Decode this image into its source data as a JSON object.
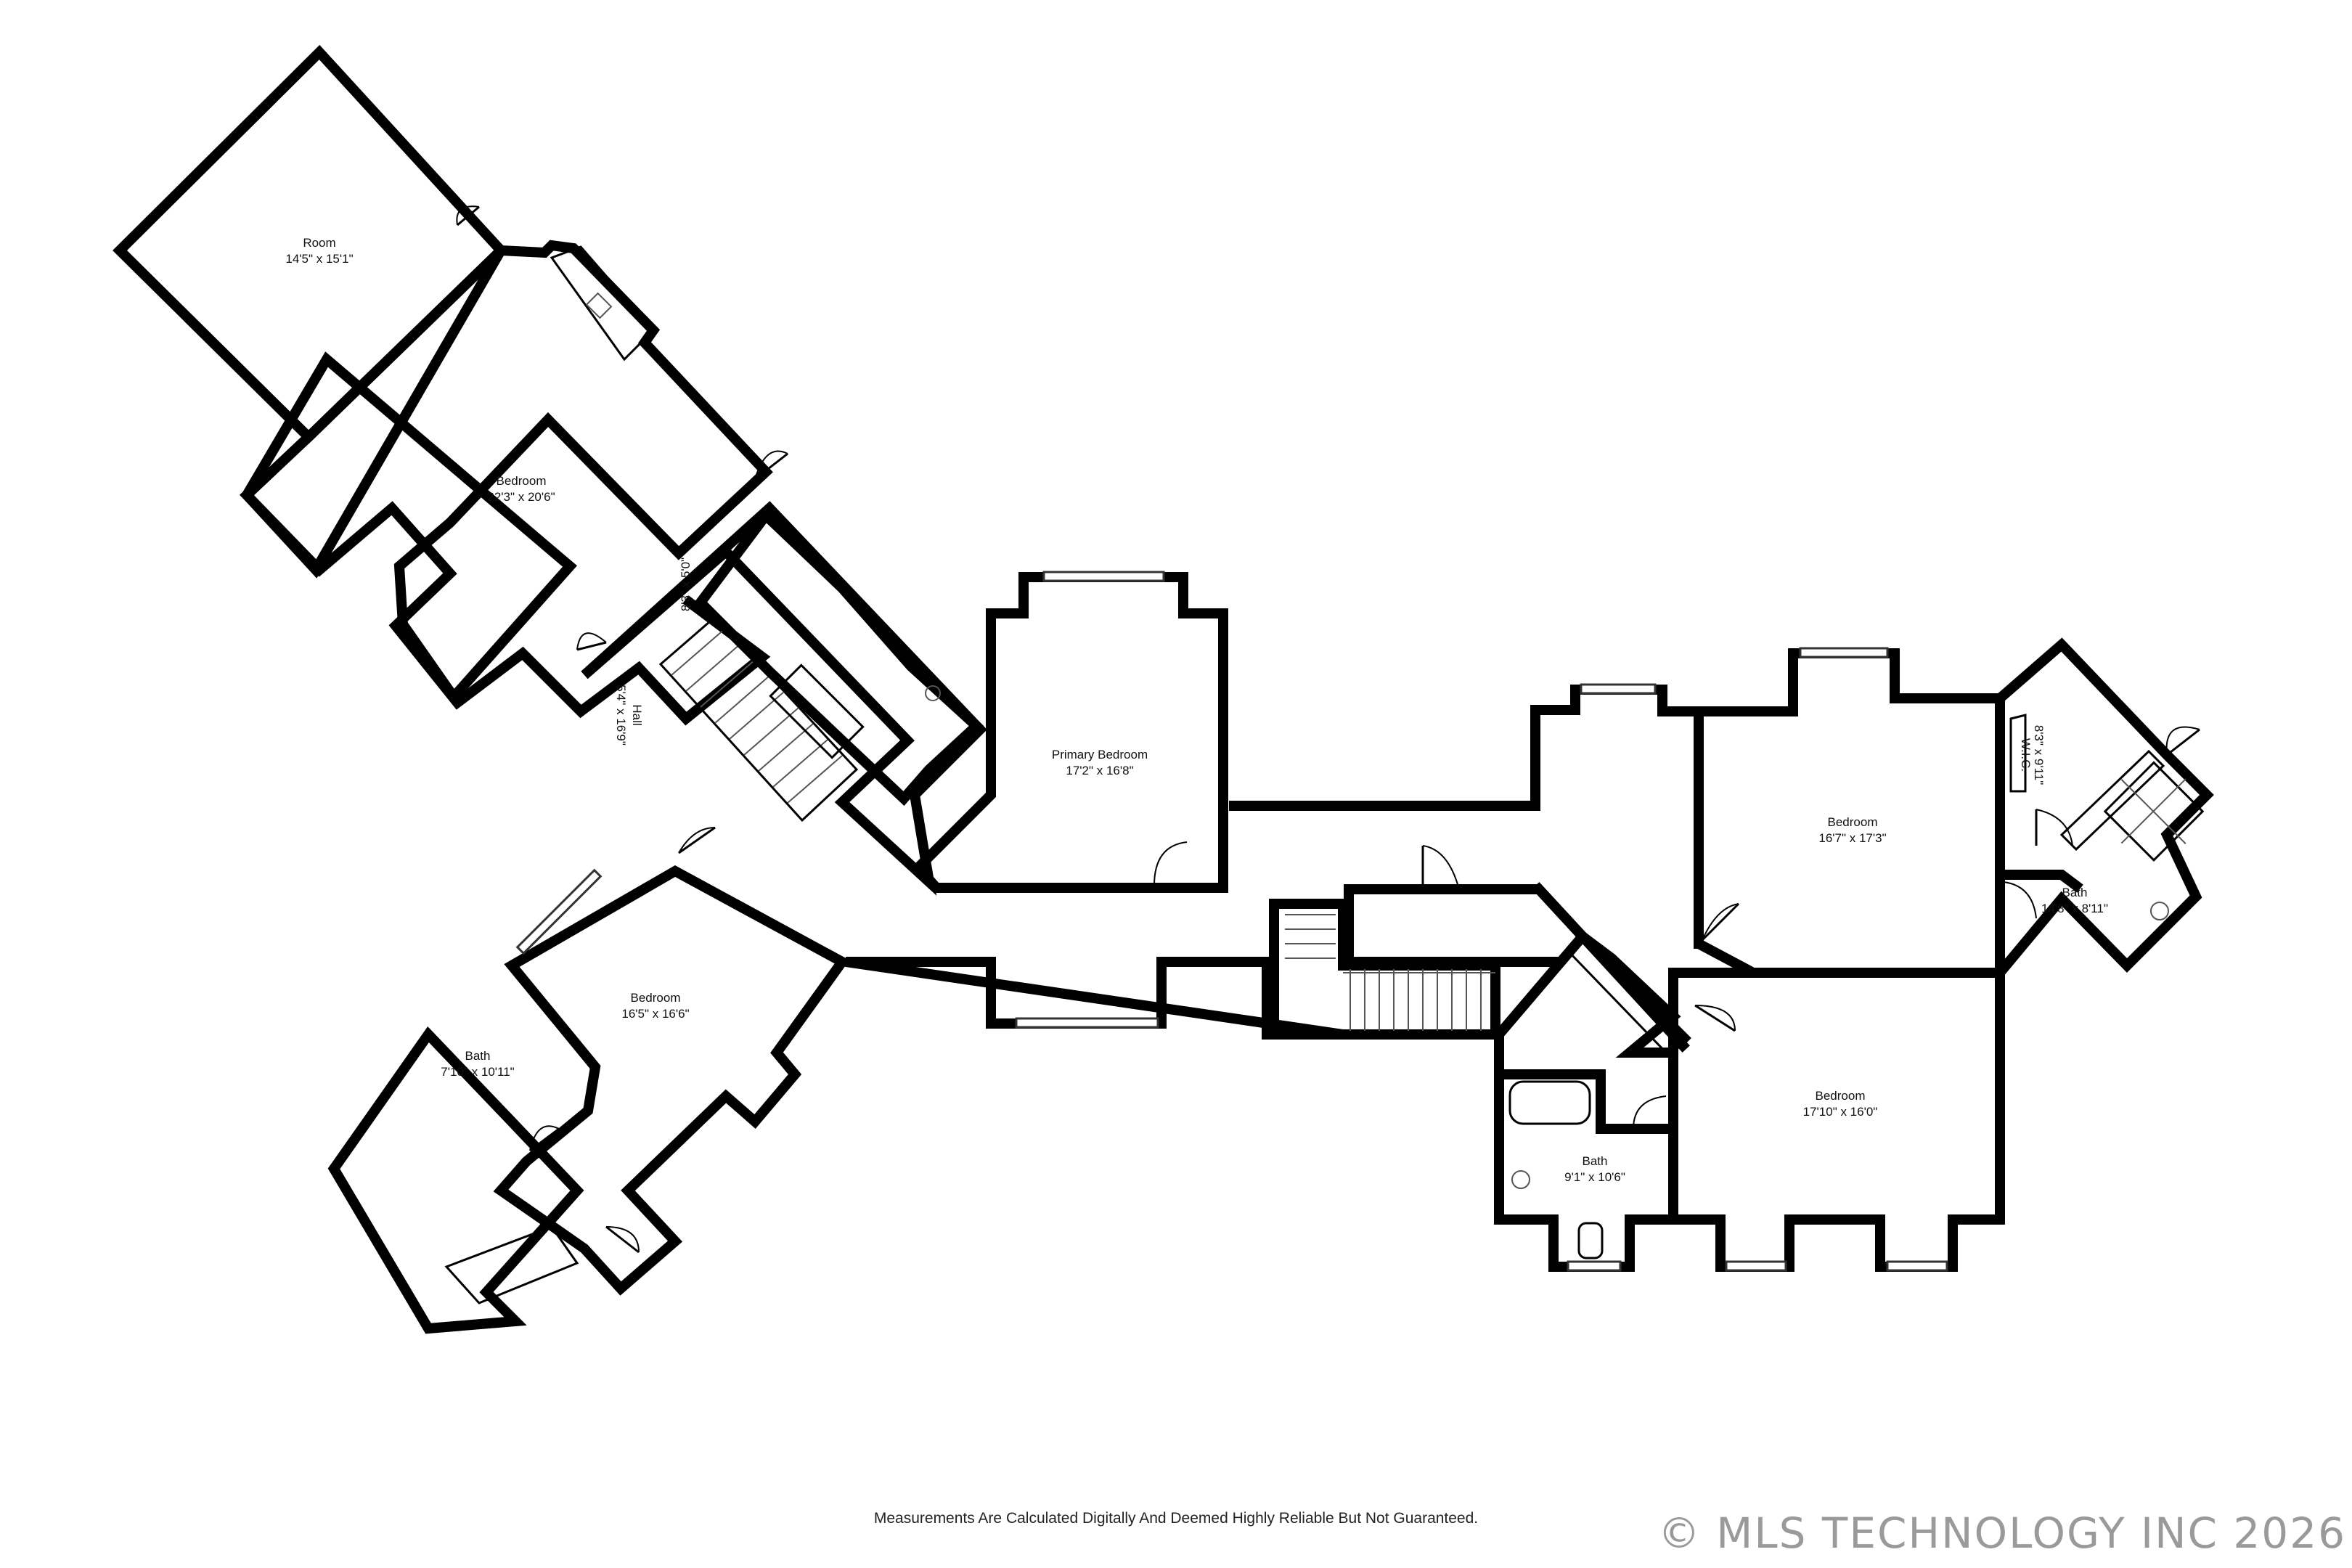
{
  "rooms": [
    {
      "id": "room-a",
      "name": "Room",
      "dims": "14'5\" x 15'1\""
    },
    {
      "id": "bedroom-nw",
      "name": "Bedroom",
      "dims": "22'3\" x 20'6\""
    },
    {
      "id": "hall",
      "name": "Hall",
      "dims": "5'4\" x 16'9\""
    },
    {
      "id": "closet",
      "name": "",
      "dims": "8'3\" x 5'0\""
    },
    {
      "id": "primary",
      "name": "Primary Bedroom",
      "dims": "17'2\" x 16'8\""
    },
    {
      "id": "bedroom-sw",
      "name": "Bedroom",
      "dims": "16'5\" x 16'6\""
    },
    {
      "id": "bath-sw",
      "name": "Bath",
      "dims": "7'10\" x 10'11\""
    },
    {
      "id": "bedroom-e1",
      "name": "Bedroom",
      "dims": "16'7\" x 17'3\""
    },
    {
      "id": "wic",
      "name": "W.I.C.",
      "dims": "8'3\" x 9'11\""
    },
    {
      "id": "bath-e",
      "name": "Bath",
      "dims": "14'8\" x 8'11\""
    },
    {
      "id": "bedroom-e2",
      "name": "Bedroom",
      "dims": "17'10\" x 16'0\""
    },
    {
      "id": "bath-c",
      "name": "Bath",
      "dims": "9'1\" x 10'6\""
    }
  ],
  "disclaimer": "Measurements Are Calculated Digitally And Deemed Highly Reliable But Not Guaranteed.",
  "copyright": "© MLS TECHNOLOGY INC 2026"
}
